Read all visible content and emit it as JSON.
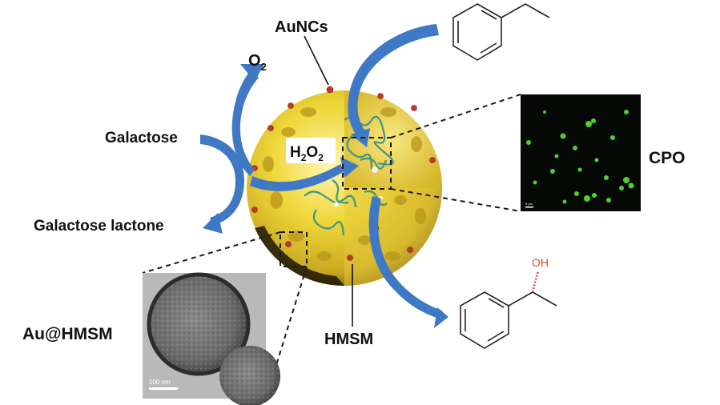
{
  "labels": {
    "o2_main": "O",
    "o2_sub": "2",
    "aunc": "AuNCs",
    "galactose": "Galactose",
    "galactose_lactone": "Galactose lactone",
    "h2o2_h": "H",
    "h2o2_sub1": "2",
    "h2o2_o": "O",
    "h2o2_sub2": "2",
    "cpo": "CPO",
    "au_hmsm": "Au@HMSM",
    "hmsm": "HMSM",
    "oh": "OH",
    "scale_bar": "100 nm",
    "confocal_scale": "5 μm"
  },
  "colors": {
    "arrow_blue": "#3f78c4",
    "sphere_yellow": "#e8cf2a",
    "sphere_dark": "#9a7d10",
    "au_particle": "#c0392b",
    "protein_teal": "#2f8f84",
    "confocal_green": "#4fd22a",
    "oh_red": "#e0453a"
  },
  "icons": [
    "ethylbenzene-structure",
    "phenylethanol-structure",
    "tem-image",
    "confocal-image",
    "hmsm-sphere"
  ]
}
